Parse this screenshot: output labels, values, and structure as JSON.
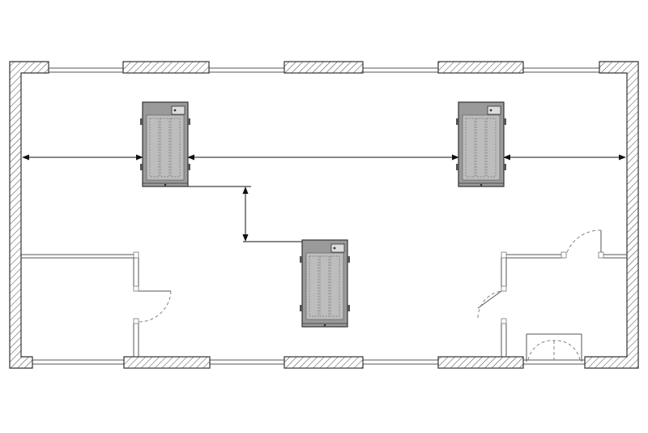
{
  "drawing": {
    "type": "floor-plan",
    "colors": {
      "background": "#ffffff",
      "wall_stroke": "#333333",
      "unit_fill": "#9a9a9a",
      "dimension_line": "#111111"
    },
    "equipment_units": 3,
    "dimension_arrows": 4,
    "icons": [
      "hatched-wall-icon",
      "window-icon",
      "door-swing-icon",
      "double-door-icon",
      "cabinet-unit-icon",
      "dimension-arrow-icon"
    ]
  }
}
